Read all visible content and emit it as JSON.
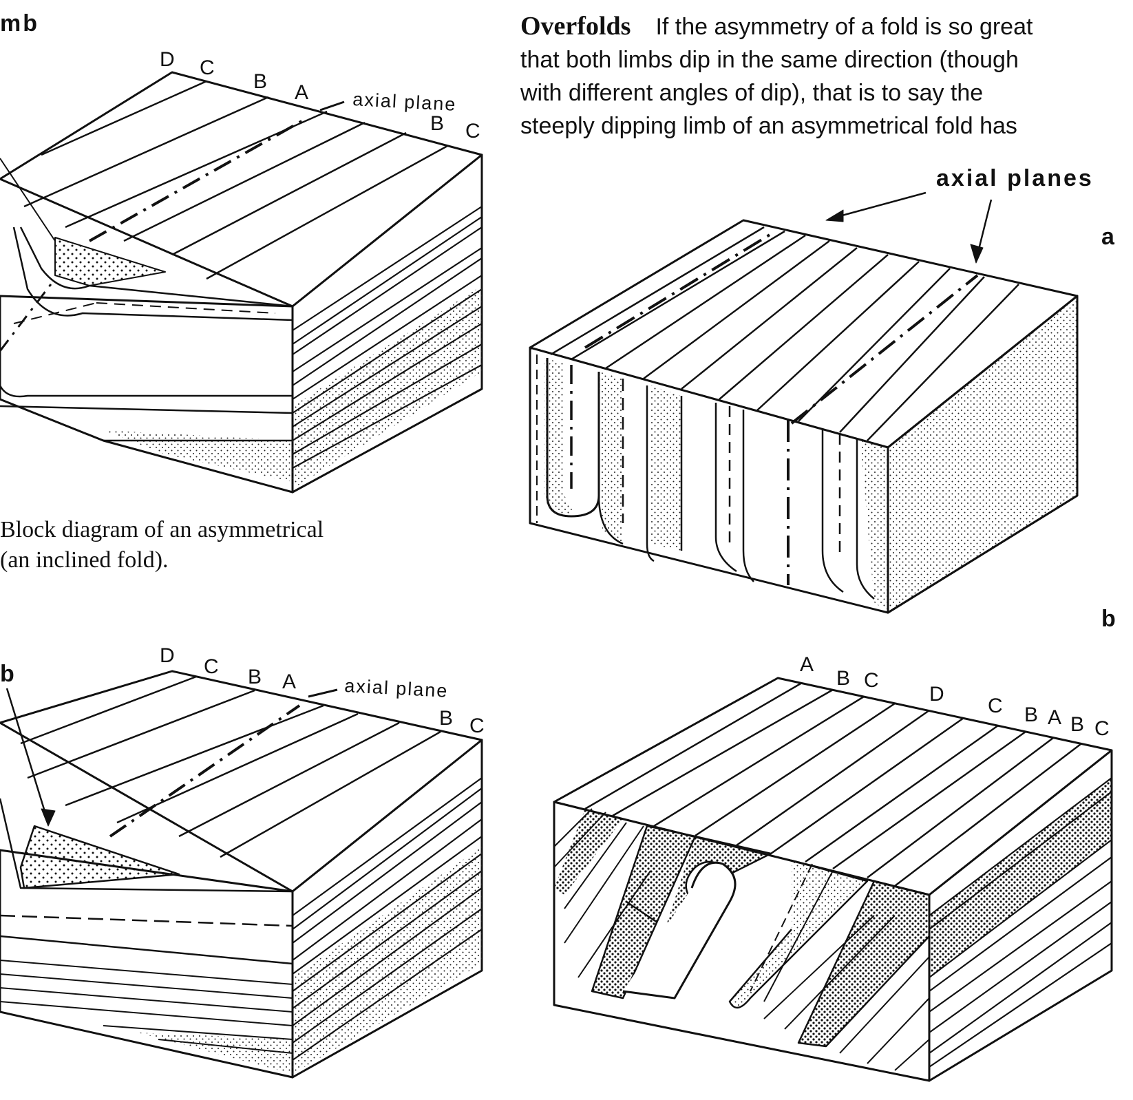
{
  "top_left": {
    "corner_label": "mb",
    "labels_top": [
      "D",
      "C",
      "B",
      "A"
    ],
    "axial_label": "axial plane",
    "labels_right": [
      "B",
      "C"
    ],
    "caption_lines": [
      "Block diagram of an asymmetrical",
      "(an inclined fold)."
    ]
  },
  "bottom_left": {
    "corner_label": "b",
    "labels_top": [
      "D",
      "C",
      "B",
      "A"
    ],
    "axial_label": "axial plane",
    "labels_right": [
      "B",
      "C"
    ]
  },
  "right_text": {
    "heading": "Overfolds",
    "lines": [
      "If the asymmetry of a fold is so great",
      "that both limbs dip in the same direction (though",
      "with different angles of dip), that is to say the",
      "steeply dipping limb of an asymmetrical fold has"
    ]
  },
  "figure_a": {
    "axial_label": "axial planes",
    "panel": "a"
  },
  "figure_b": {
    "panel": "b",
    "labels_top": [
      "A",
      "B",
      "C",
      "D",
      "C",
      "B",
      "A",
      "B",
      "C"
    ]
  }
}
